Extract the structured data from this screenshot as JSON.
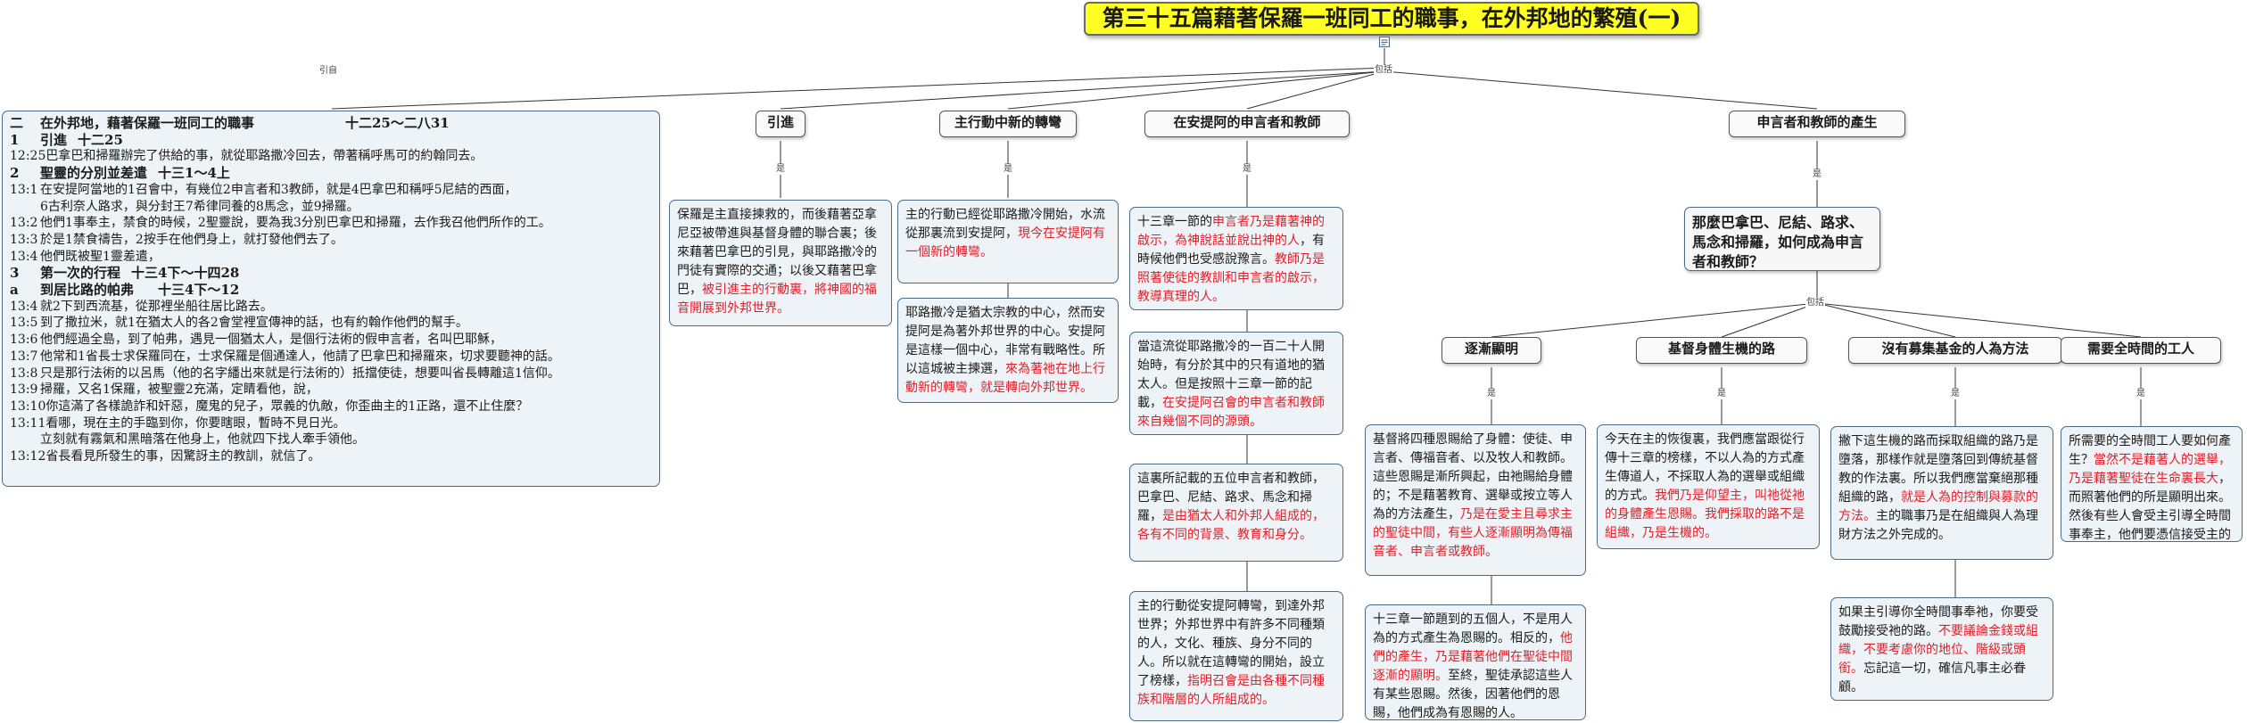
{
  "title": "第三十五篇藉著保羅一班同工的職事，在外邦地的繁殖(一)",
  "connectors": {
    "yin_bai": "引自",
    "bao_kuo": "包括",
    "shi": "是"
  },
  "outline": {
    "lines": [
      {
        "num": "二",
        "text": "在外邦地，藉著保羅一班同工的職事",
        "ref": "十二25～二八31",
        "bold": true
      },
      {
        "num": "1",
        "text": "引進",
        "ref": "十二25",
        "bold": true
      },
      {
        "num": "12:25",
        "text": "巴拿巴和掃羅辦完了供給的事，就從耶路撒冷回去，帶著稱呼馬可的約翰同去。",
        "ref": "",
        "bold": false
      },
      {
        "num": "2",
        "text": "聖靈的分別並差遣",
        "ref": "十三1～4上",
        "bold": true
      },
      {
        "num": "13:1",
        "text": "在安提阿當地的1召會中，有幾位2申言者和3教師，就是4巴拿巴和稱呼5尼結的西面，",
        "ref": "",
        "bold": false
      },
      {
        "num": "",
        "text": "6古利奈人路求，與分封王7希律同養的8馬念，並9掃羅。",
        "ref": "",
        "bold": false
      },
      {
        "num": "13:2",
        "text": "他們1事奉主，禁食的時候，2聖靈說，要為我3分別巴拿巴和掃羅，去作我召他們所作的工。",
        "ref": "",
        "bold": false
      },
      {
        "num": "13:3",
        "text": "於是1禁食禱告，2按手在他們身上，就打發他們去了。",
        "ref": "",
        "bold": false
      },
      {
        "num": "13:4",
        "text": "他們既被聖1靈差遣，",
        "ref": "",
        "bold": false
      },
      {
        "num": "3",
        "text": "第一次的行程",
        "ref": "十三4下～十四28",
        "bold": true
      },
      {
        "num": "a",
        "text": "到居比路的帕弗",
        "ref": "十三4下～12",
        "bold": true
      },
      {
        "num": "13:4",
        "text": "就2下到西流基，從那裡坐船往居比路去。",
        "ref": "",
        "bold": false
      },
      {
        "num": "13:5",
        "text": "到了撒拉米，就1在猶太人的各2會堂裡宣傳神的話，也有約翰作他們的幫手。",
        "ref": "",
        "bold": false
      },
      {
        "num": "13:6",
        "text": "他們經過全島，到了帕弗，遇見一個猶太人，是個行法術的假申言者，名叫巴耶穌，",
        "ref": "",
        "bold": false
      },
      {
        "num": "13:7",
        "text": "他常和1省長士求保羅同在，士求保羅是個通達人，他請了巴拿巴和掃羅來，切求要聽神的話。",
        "ref": "",
        "bold": false
      },
      {
        "num": "13:8",
        "text": "只是那行法術的以呂馬（他的名字繙出來就是行法術的）抵擋使徒，想要叫省長轉離這1信仰。",
        "ref": "",
        "bold": false
      },
      {
        "num": "13:9",
        "text": "掃羅，又名1保羅，被聖靈2充滿，定睛看他，說，",
        "ref": "",
        "bold": false
      },
      {
        "num": "13:10",
        "text": "你這滿了各樣詭詐和奸惡，魔鬼的兒子，眾義的仇敵，你歪曲主的1正路，還不止住麼？",
        "ref": "",
        "bold": false
      },
      {
        "num": "13:11",
        "text": "看哪，現在主的手臨到你，你要瞎眼，暫時不見日光。",
        "ref": "",
        "bold": false
      },
      {
        "num": "",
        "text": "立刻就有霧氣和黑暗落在他身上，他就四下找人牽手領他。",
        "ref": "",
        "bold": false
      },
      {
        "num": "13:12",
        "text": "省長看見所發生的事，因驚訝主的教訓，就信了。",
        "ref": "",
        "bold": false
      }
    ]
  },
  "branches": {
    "yin_jin": {
      "label": "引進",
      "note": [
        {
          "t": "保羅是主直接揀救的，而後藉著亞拿尼亞被帶進與基督身體的聯合裏；後來藉著巴拿巴的引見，與耶路撒冷的門徒有實際的交通；以後又藉著巴拿巴，",
          "red": false
        },
        {
          "t": "被引進主的行動裏，將神國的福音開展到外邦世界。",
          "red": true
        }
      ]
    },
    "xin_zhuan_wan": {
      "label": "主行動中新的轉彎",
      "note1": [
        {
          "t": "主的行動已經從耶路撒冷開始，水流從那裏流到安提阿，",
          "red": false
        },
        {
          "t": "現今在安提阿有一個新的轉彎。",
          "red": true
        }
      ],
      "note2": [
        {
          "t": "耶路撒冷是猶太宗教的中心，然而安提阿是為著外邦世界的中心。安提阿是這樣一個中心，非常有戰略性。所以這城被主揀選，",
          "red": false
        },
        {
          "t": "來為著祂在地上行動新的轉彎，就是轉向外邦世界。",
          "red": true
        }
      ]
    },
    "an_ti_a": {
      "label": "在安提阿的申言者和教師",
      "note1": [
        {
          "t": "十三章一節的",
          "red": false
        },
        {
          "t": "申言者乃是藉著神的啟示，為神說話並說出神的人",
          "red": true
        },
        {
          "t": "，有時候他們也受感說豫言。",
          "red": false
        },
        {
          "t": "教師乃是照著使徒的教訓和申言者的啟示，教導真理的人。",
          "red": true
        }
      ],
      "note2": [
        {
          "t": "當這流從耶路撒冷的一百二十人開始時，有分於其中的只有道地的猶太人。但是按照十三章一節的記載，",
          "red": false
        },
        {
          "t": "在安提阿召會的申言者和教師來自幾個不同的源頭。",
          "red": true
        }
      ],
      "note3": [
        {
          "t": "這裏所記載的五位申言者和教師，巴拿巴、尼結、路求、馬念和掃羅，",
          "red": false
        },
        {
          "t": "是由猶太人和外邦人組成的，各有不同的背景、教育和身分。",
          "red": true
        }
      ],
      "note4": [
        {
          "t": "主的行動從安提阿轉彎，到達外邦世界；外邦世界中有許多不同種類的人，文化、種族、身分不同的人。所以就在這轉彎的開始，設立了榜樣，",
          "red": false
        },
        {
          "t": "指明召會是由各種不同種族和階層的人所組成的。",
          "red": true
        }
      ]
    },
    "chan_sheng": {
      "label": "申言者和教師的產生",
      "question": [
        {
          "t": "那麼巴拿巴、尼結、路求、馬念和掃羅，",
          "red": false
        },
        {
          "t": "如何成為申言者和教師？",
          "red": true
        }
      ],
      "subs": {
        "zhu_jian": {
          "label": "逐漸顯明",
          "note1": [
            {
              "t": "基督將四種恩賜給了身體：使徒、申言者、傳福音者、以及牧人和教師。這些恩賜是漸所興起，由祂賜給身體的；不是藉著教育、選舉或按立等人為的方法產生，",
              "red": false
            },
            {
              "t": "乃是在愛主且尋求主的聖徒中間，有些人逐漸顯明為傳福音者、申言者或教師。",
              "red": true
            }
          ],
          "note2": [
            {
              "t": "十三章一節題到的五個人，不是用人為的方式產生為恩賜的。相反的，",
              "red": false
            },
            {
              "t": "他們的產生，乃是藉著他們在聖徒中間逐漸的顯明。",
              "red": true
            },
            {
              "t": "至終，聖徒承認這些人有某些恩賜。然後，因著他們的恩賜，他們成為有恩賜的人。",
              "red": false
            }
          ]
        },
        "shen_ti": {
          "label": "基督身體生機的路",
          "note": [
            {
              "t": "今天在主的恢復裏，我們應當跟從行傳十三章的榜樣，不以人為的方式產生傳道人，不採取人為的選舉或組織的方式。",
              "red": false
            },
            {
              "t": "我們乃是仰望主，叫祂從祂的身體產生恩賜。我們採取的路不是組織，乃是生機的。",
              "red": true
            }
          ]
        },
        "mei_you": {
          "label": "沒有募集基金的人為方法",
          "note1": [
            {
              "t": "撇下這生機的路而採取組織的路乃是墮落，那樣作就是墮落回到傳統基督教的作法裏。所以我們應當棄絕那種組織的路，",
              "red": false
            },
            {
              "t": "就是人為的控制與募款的方法。",
              "red": true
            },
            {
              "t": "主的職事乃是在組織與人為理財方法之外完成的。",
              "red": false
            }
          ],
          "note2": [
            {
              "t": "如果主引導你全時間事奉祂，你要受鼓勵接受祂的路。",
              "red": false
            },
            {
              "t": "不要議論金錢或組織，不要考慮你的地位、階級或頭銜。",
              "red": true
            },
            {
              "t": "忘記這一切，確信凡事主必眷顧。",
              "red": false
            }
          ]
        },
        "quan_shi": {
          "label": "需要全時間的工人",
          "note": [
            {
              "t": "所需要的全時間工人要如何產生？",
              "red": false
            },
            {
              "t": "當然不是藉著人的選舉，乃是藉著聖徒在生命裏長大",
              "red": true
            },
            {
              "t": "，而照著他們的所是顯明出來。然後有些人會受主引導全時間事奉主，他們要憑信接受主的引導。",
              "red": false
            }
          ]
        }
      }
    }
  }
}
